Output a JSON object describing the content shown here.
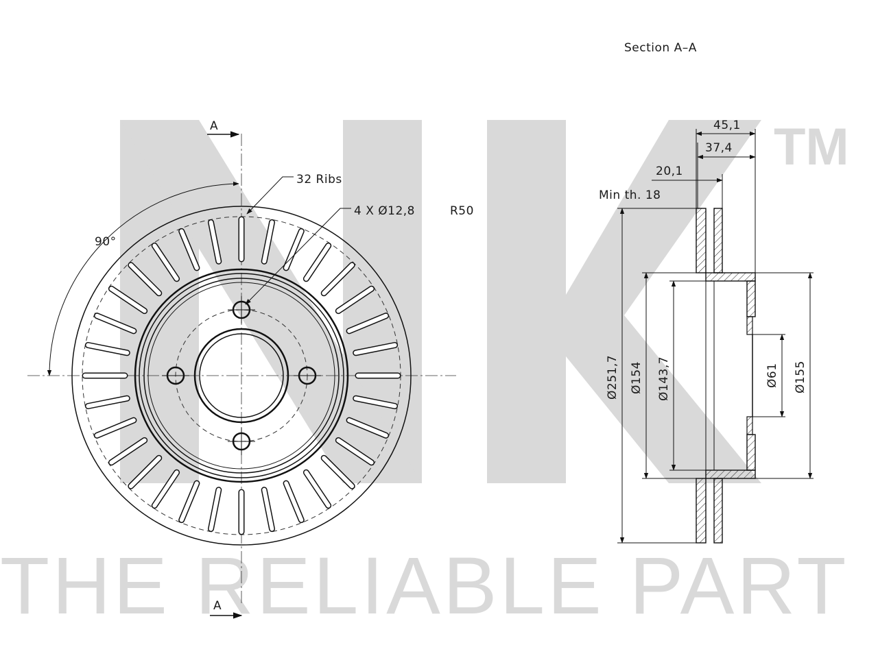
{
  "watermark": {
    "tagline": "THE RELIABLE PART",
    "trademark": "TM"
  },
  "front_view": {
    "section_mark_top": "A",
    "section_mark_bottom": "A",
    "angle_label": "90°",
    "ribs_label": "32 Ribs",
    "holes_label": "4 X Ø12,8",
    "pcd_label": "R50"
  },
  "section_view": {
    "title": "Section A–A",
    "dim_total_width": "45,1",
    "dim_hat_width": "37,4",
    "dim_thickness": "20,1",
    "min_thickness": "Min th. 18",
    "dia_outer": "Ø251,7",
    "dia_154": "Ø154",
    "dia_143": "Ø143,7",
    "dia_61": "Ø61",
    "dia_155": "Ø155"
  },
  "colors": {
    "line": "#111111",
    "watermark": "#d9d9d9"
  }
}
